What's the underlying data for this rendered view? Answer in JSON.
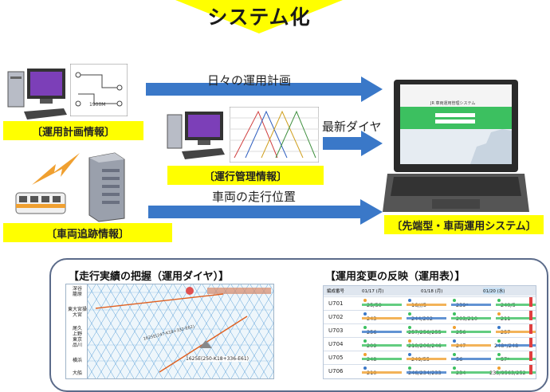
{
  "banner": {
    "title": "システム化"
  },
  "boxes": {
    "plan_info": "〔運用計画情報〕",
    "ops_info": "〔運行管理情報〕",
    "tracking_info": "〔車両追跡情報〕",
    "system": "〔先端型・車両運用システム〕"
  },
  "flows": {
    "daily_plan": "日々の運用計画",
    "latest_diagram": "最新ダイヤ",
    "vehicle_position": "車両の走行位置"
  },
  "panels": {
    "actual_title": "【走行実績の把握（運用ダイヤ）】",
    "change_title": "【運用変更の反映（運用表）】"
  },
  "screen": {
    "title": "JR 車両運用管理システム"
  },
  "diagram_chart": {
    "stations": [
      "深谷",
      "籠原",
      "",
      "東大宮操",
      "大宮",
      "",
      "尾久",
      "上野",
      "東京",
      "品川",
      "",
      "横浜",
      "",
      "大船"
    ],
    "annotation_top": "1625E(247-K18+332-E62)",
    "annotation_bottom": "1625E(250-K18+336-E61)"
  },
  "thumb": {
    "label": "1900M"
  },
  "ops_table": {
    "headers": [
      "編成番号",
      "01/17 (月)",
      "01/18 (月)",
      "01/20 (水)"
    ],
    "rows": [
      {
        "id": "U701",
        "cells": [
          "25/50",
          "16///5",
          "239*",
          "240/5"
        ]
      },
      {
        "id": "U702",
        "cells": [
          "243",
          "244/202",
          "203/210",
          "211"
        ]
      },
      {
        "id": "U703",
        "cells": [
          "256",
          "257/256/255",
          "256",
          "257"
        ]
      },
      {
        "id": "U704",
        "cells": [
          "209",
          "210/206/246",
          "247",
          "248*/248"
        ]
      },
      {
        "id": "U705",
        "cells": [
          "248",
          "249/55",
          "56",
          "57*"
        ]
      },
      {
        "id": "U706",
        "cells": [
          "210",
          "246/234/233",
          "234",
          "235/9563/252"
        ]
      }
    ]
  },
  "colors": {
    "banner": "#ffff00",
    "label_bg": "#ffff00",
    "arrow": "#3a78c8",
    "screen_green": "#3cc060",
    "panel_border": "#5b6b8a"
  }
}
